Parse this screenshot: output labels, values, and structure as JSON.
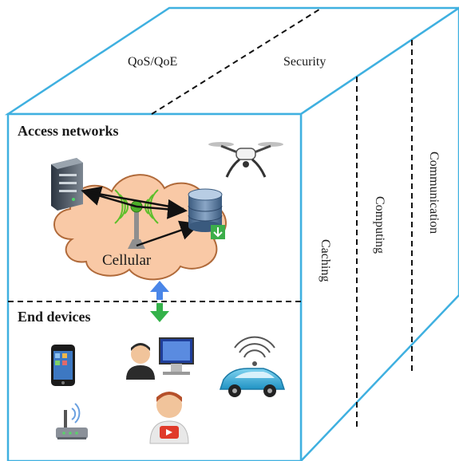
{
  "diagram": {
    "top_face": {
      "left_label": "QoS/QoE",
      "right_label": "Security"
    },
    "side_face": {
      "labels": [
        "Caching",
        "Computing",
        "Communication"
      ]
    },
    "front_face": {
      "upper_section_title": "Access networks",
      "cloud_label": "Cellular",
      "lower_section_title": "End devices"
    },
    "colors": {
      "cube_edge": "#3fb0e0",
      "cloud_fill": "#f9c9a6",
      "cloud_stroke": "#b06a3a",
      "arrow_up": "#4a86e8",
      "arrow_down": "#34b24a",
      "car": "#35b6e4",
      "signal": "#5cbf2a"
    },
    "icons": [
      "server-icon",
      "drone-icon",
      "cell-tower-icon",
      "database-icon",
      "smartphone-icon",
      "desktop-user-icon",
      "connected-car-icon",
      "wifi-router-icon",
      "youtube-user-icon",
      "bidirectional-arrow-icon"
    ]
  }
}
